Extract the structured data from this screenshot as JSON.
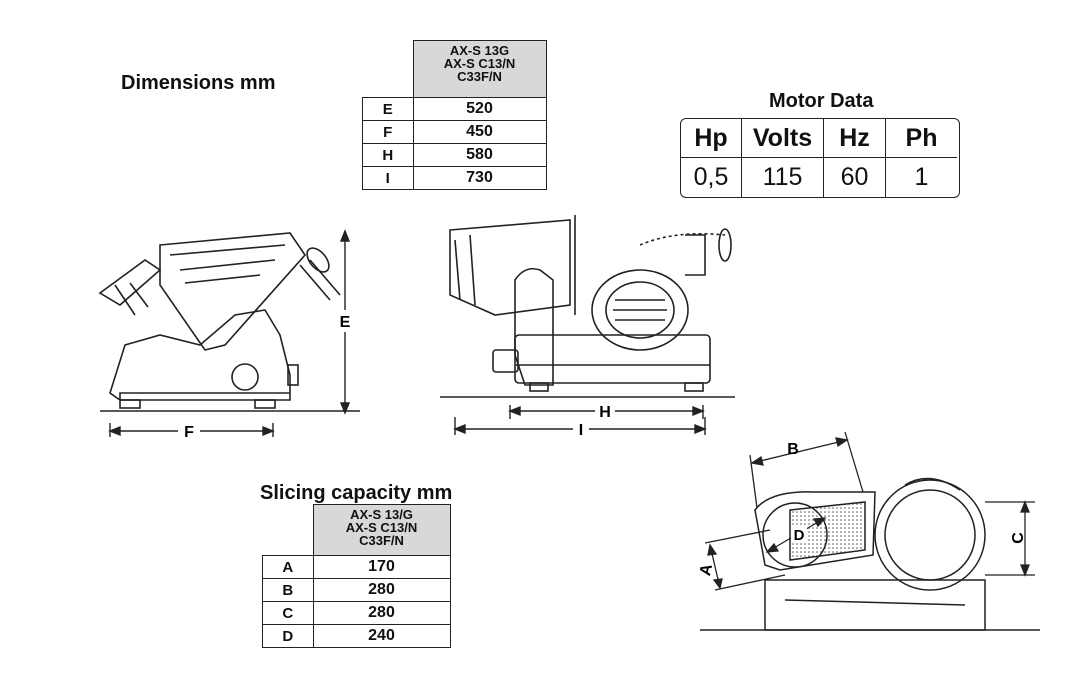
{
  "dimensions": {
    "title": "Dimensions mm",
    "header": [
      "AX-S 13G",
      "AX-S C13/N",
      "C33F/N"
    ],
    "rows": [
      {
        "key": "E",
        "value": "520"
      },
      {
        "key": "F",
        "value": "450"
      },
      {
        "key": "H",
        "value": "580"
      },
      {
        "key": "I",
        "value": "730"
      }
    ]
  },
  "motor": {
    "title": "Motor  Data",
    "headers": [
      "Hp",
      "Volts",
      "Hz",
      "Ph"
    ],
    "values": [
      "0,5",
      "115",
      "60",
      "1"
    ]
  },
  "slicing": {
    "title": "Slicing capacity mm",
    "header": [
      "AX-S 13/G",
      "AX-S C13/N",
      "C33F/N"
    ],
    "rows": [
      {
        "key": "A",
        "value": "170"
      },
      {
        "key": "B",
        "value": "280"
      },
      {
        "key": "C",
        "value": "280"
      },
      {
        "key": "D",
        "value": "240"
      }
    ]
  },
  "drawing_labels": {
    "side_height": "E",
    "side_width": "F",
    "front_h": "H",
    "front_i": "I",
    "top_b": "B",
    "top_c": "C",
    "top_a": "A",
    "top_d": "D"
  }
}
